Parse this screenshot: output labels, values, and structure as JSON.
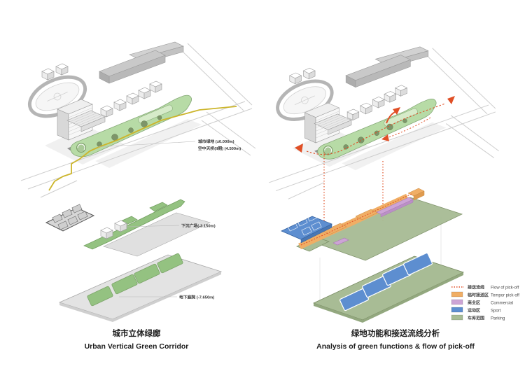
{
  "left_panel": {
    "title_zh": "城市立体绿廊",
    "title_en": "Urban Vertical Green Corridor",
    "annotations": {
      "urban_green": "城市绿地 (±0.000m)",
      "sky_bridge": "空中天桥(II期) (4.500m)",
      "sunken_plaza": "下沉广场(-3.150m)",
      "underground_courtyard": "地下庭院 (-7.650m)"
    }
  },
  "right_panel": {
    "title_zh": "绿地功能和接送流线分析",
    "title_en": "Analysis of green functions & flow of pick-off",
    "legend": [
      {
        "zh": "接送流线",
        "en": "Flow of pick-off",
        "swatch": "dotted-line"
      },
      {
        "zh": "临时接送区",
        "en": "Tempor pick-off",
        "swatch": "fill"
      },
      {
        "zh": "商业区",
        "en": "Commercial",
        "swatch": "fill"
      },
      {
        "zh": "运动区",
        "en": "Sport",
        "swatch": "fill"
      },
      {
        "zh": "车库范围",
        "en": "Parking",
        "swatch": "fill"
      }
    ]
  },
  "colors": {
    "flow": "#e04f26",
    "tempor_pickoff": "#f0ae65",
    "commercial": "#cda4d6",
    "sport": "#5d8ed0",
    "parking": "#a8bc95",
    "deck_green": "#b7dba6",
    "corridor_green": "#94c281",
    "route_yellow": "#ccb52b"
  }
}
